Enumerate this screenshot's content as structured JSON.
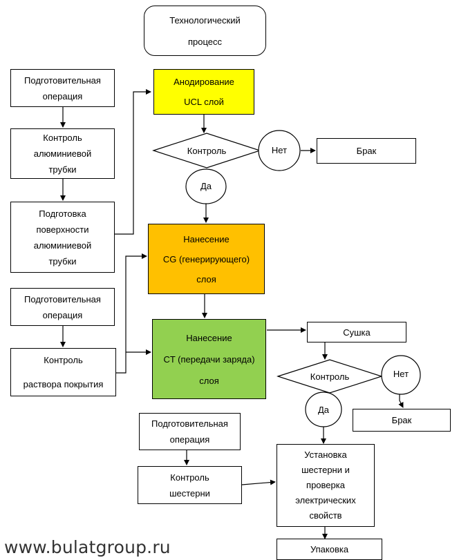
{
  "colors": {
    "anodizing": "#ffff00",
    "cg_layer": "#ffc000",
    "ct_layer": "#92d050",
    "line": "#000000"
  },
  "process": {
    "start": [
      "Технологический",
      "процесс"
    ],
    "anodizing": [
      "Анодирование",
      "UCL слой"
    ],
    "cg_layer": [
      "Нанесение",
      "CG (генерирующего)",
      "слоя"
    ],
    "ct_layer": [
      "Нанесение",
      "CT (передачи заряда)",
      "слоя"
    ],
    "drying": "Сушка",
    "gear_install": [
      "Установка",
      "шестерни и",
      "проверка",
      "электрических",
      "свойств"
    ],
    "packing": "Упаковка"
  },
  "decisions": {
    "first": {
      "label": "Контроль",
      "yes": "Да",
      "no": "Нет",
      "reject": "Брак"
    },
    "second": {
      "label": "Контроль",
      "yes": "Да",
      "no": "Нет",
      "reject": "Брак"
    }
  },
  "left_branch_1": {
    "prep": [
      "Подготовительная",
      "операция"
    ],
    "control_tube": [
      "Контроль",
      "алюминиевой",
      "трубки"
    ],
    "surface_prep": [
      "Подготовка",
      "поверхности",
      "алюминиевой",
      "трубки"
    ]
  },
  "left_branch_2": {
    "prep": [
      "Подготовительная",
      "операция"
    ],
    "control_solution": [
      "Контроль",
      "раствора покрытия"
    ]
  },
  "gear_branch": {
    "prep": [
      "Подготовительная",
      "операция"
    ],
    "control_gear": [
      "Контроль",
      "шестерни"
    ]
  },
  "watermark": "www.bulatgroup.ru"
}
